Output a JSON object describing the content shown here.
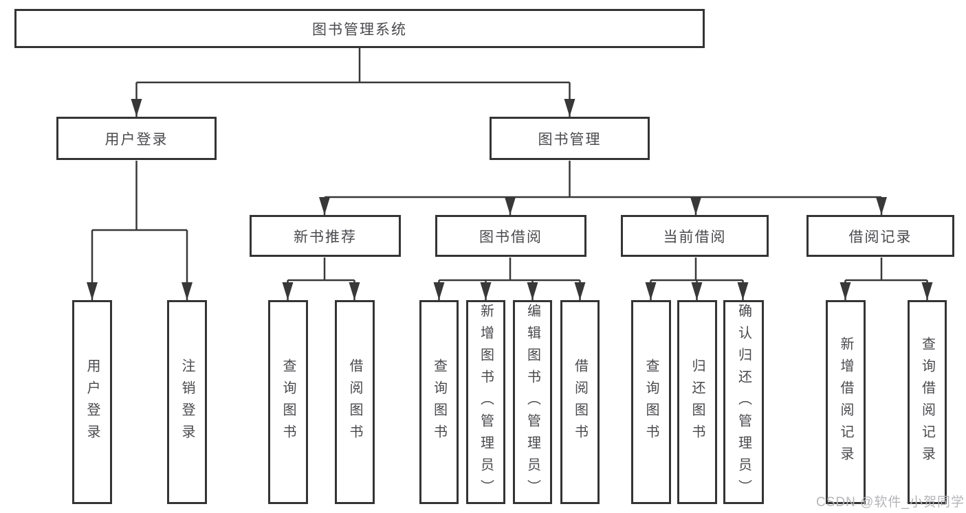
{
  "diagram": {
    "colors": {
      "background": "#ffffff",
      "line": "#383838",
      "box_border": "#343434",
      "text": "#4a4a4e",
      "watermark": "#b5b5b9"
    },
    "watermark": "CSDN @软件_小贺同学",
    "nodes": {
      "root": "图书管理系统",
      "user_login_branch": "用户登录",
      "book_mgmt_branch": "图书管理",
      "new_book_rec": "新书推荐",
      "book_borrow": "图书借阅",
      "current_borrow": "当前借阅",
      "borrow_records": "借阅记录",
      "leaf_user_login": "用户登录",
      "leaf_logout": "注销登录",
      "leaf_query_book_1": "查询图书",
      "leaf_borrow_book_1": "借阅图书",
      "leaf_query_book_2": "查询图书",
      "leaf_add_book_admin": "新增图书（管理员）",
      "leaf_edit_book_admin": "编辑图书（管理员）",
      "leaf_borrow_book_2": "借阅图书",
      "leaf_query_book_3": "查询图书",
      "leaf_return_book": "归还图书",
      "leaf_confirm_return_admin": "确认归还（管理员）",
      "leaf_add_borrow_record": "新增借阅记录",
      "leaf_query_borrow_record": "查询借阅记录"
    }
  }
}
